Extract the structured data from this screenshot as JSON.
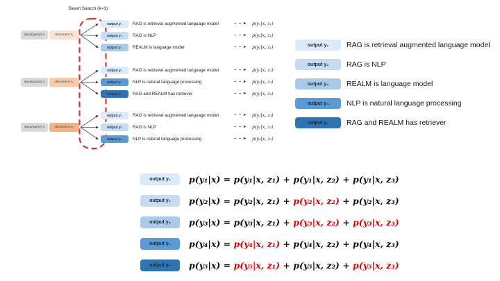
{
  "title": "Beam Search (k=3)",
  "colors": {
    "red": "#dd0000",
    "dashed_outline": "#e03131",
    "input_box": "#d9d9d9",
    "documents": [
      "#fbe3d4",
      "#f8ccab",
      "#f4b183"
    ],
    "outputs": [
      "#dce9f7",
      "#c6dcf2",
      "#a9cbe9",
      "#5b9bd5",
      "#2e74b5"
    ]
  },
  "icons": {
    "dashed_arrow": "– – ▸"
  },
  "diagram": {
    "input_label": "input(query) x",
    "groups": [
      {
        "document_label": "document z₁",
        "doc_tone": "1",
        "rows": [
          {
            "chip": "output y₁",
            "tone": "1",
            "sentence": "RAG is retrieval augmented language model",
            "prob": "p(y₁|x, z₁)"
          },
          {
            "chip": "output y₂",
            "tone": "2",
            "sentence": "RAG is NLP",
            "prob": "p(y₂|x, z₁)"
          },
          {
            "chip": "output y₃",
            "tone": "3",
            "sentence": "REALM is language model",
            "prob": "p(y₃|x, z₁)"
          }
        ]
      },
      {
        "document_label": "document z₂",
        "doc_tone": "2",
        "rows": [
          {
            "chip": "output y₁",
            "tone": "1",
            "sentence": "RAG is retrieval augmented language model",
            "prob": "p(y₁|x, z₂)"
          },
          {
            "chip": "output y₄",
            "tone": "4",
            "sentence": "NLP is natural language processing",
            "prob": "p(y₄|x, z₂)"
          },
          {
            "chip": "output y₅",
            "tone": "5",
            "sentence": "RAG and REALM has retriever",
            "prob": "p(y₅|x, z₂)"
          }
        ]
      },
      {
        "document_label": "document z₃",
        "doc_tone": "3",
        "rows": [
          {
            "chip": "output y₁",
            "tone": "1",
            "sentence": "RAG is retrieval augmented language model",
            "prob": "p(y₁|x, z₃)"
          },
          {
            "chip": "output y₂",
            "tone": "2",
            "sentence": "RAG is NLP",
            "prob": "p(y₂|x, z₃)"
          },
          {
            "chip": "output y₄",
            "tone": "4",
            "sentence": "NLP is natural language processing",
            "prob": "p(y₄|x, z₃)"
          }
        ]
      }
    ]
  },
  "legend": {
    "rows": [
      {
        "chip": "output y₁",
        "tone": "1",
        "sentence": "RAG is retrieval augmented language model"
      },
      {
        "chip": "output y₂",
        "tone": "2",
        "sentence": "RAG is NLP"
      },
      {
        "chip": "output y₃",
        "tone": "3",
        "sentence": "REALM is language model"
      },
      {
        "chip": "output y₄",
        "tone": "4",
        "sentence": "NLP is natural language processing"
      },
      {
        "chip": "output y₅",
        "tone": "5",
        "sentence": "RAG and REALM has retriever"
      }
    ]
  },
  "equations": {
    "plus": " + ",
    "rows": [
      {
        "chip": "output y₁",
        "tone": "1",
        "lhs": "p(y₁|x) = ",
        "terms": [
          {
            "text": "p(y₁|x, z₁)",
            "red": false
          },
          {
            "text": "p(y₁|x, z₂)",
            "red": false
          },
          {
            "text": "p(y₁|x, z₃)",
            "red": false
          }
        ]
      },
      {
        "chip": "output y₂",
        "tone": "2",
        "lhs": "p(y₂|x) = ",
        "terms": [
          {
            "text": "p(y₂|x, z₁)",
            "red": false
          },
          {
            "text": "p(y₂|x, z₂)",
            "red": true
          },
          {
            "text": "p(y₂|x, z₃)",
            "red": false
          }
        ]
      },
      {
        "chip": "output y₃",
        "tone": "3",
        "lhs": "p(y₃|x) = ",
        "terms": [
          {
            "text": "p(y₃|x, z₁)",
            "red": false
          },
          {
            "text": "p(y₃|x, z₂)",
            "red": true
          },
          {
            "text": "p(y₃|x, z₃)",
            "red": true
          }
        ]
      },
      {
        "chip": "output y₄",
        "tone": "4",
        "lhs": "p(y₄|x) = ",
        "terms": [
          {
            "text": "p(y₄|x, z₁)",
            "red": true
          },
          {
            "text": "p(y₄|x, z₂)",
            "red": false
          },
          {
            "text": "p(y₄|x, z₃)",
            "red": false
          }
        ]
      },
      {
        "chip": "output y₅",
        "tone": "5",
        "lhs": "p(y₅|x) = ",
        "terms": [
          {
            "text": "p(y₅|x, z₁)",
            "red": true
          },
          {
            "text": "p(y₅|x, z₂)",
            "red": false
          },
          {
            "text": "p(y₅|x, z₃)",
            "red": true
          }
        ]
      }
    ]
  }
}
